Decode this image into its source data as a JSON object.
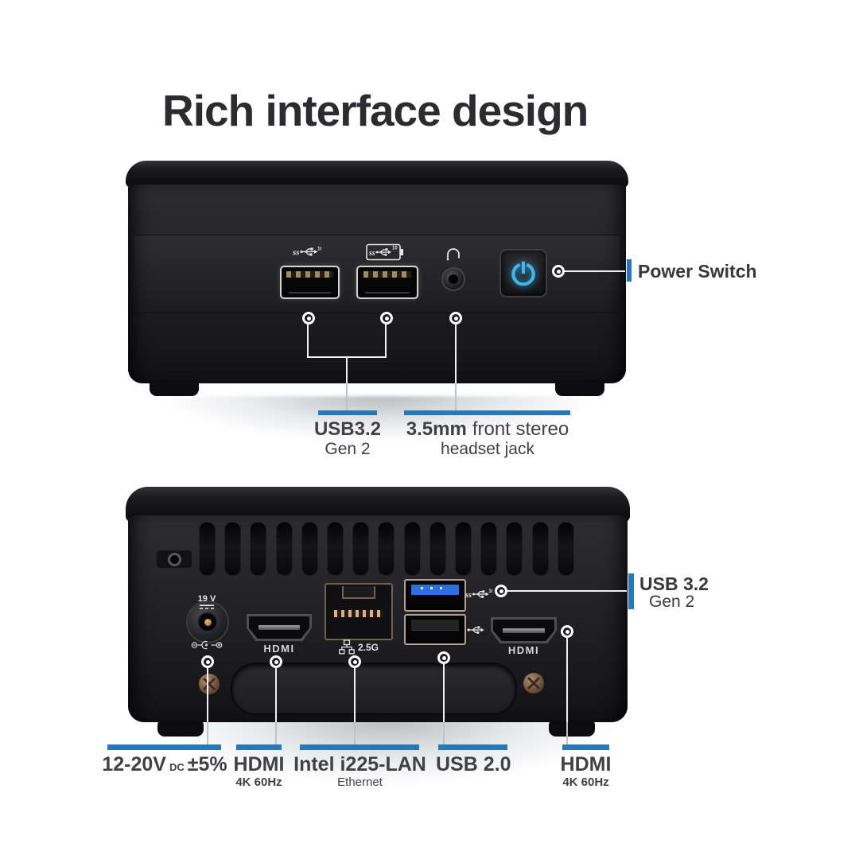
{
  "title": "Rich interface design",
  "colors": {
    "accent_blue": "#2778b7",
    "power_glow": "#41b6ee"
  },
  "icons": {
    "usb_speed_sup": "10"
  },
  "front_view": {
    "callouts": {
      "power_switch": {
        "label": "Power Switch"
      },
      "usb": {
        "title": "USB3.2",
        "subtitle": "Gen 2"
      },
      "headset": {
        "bold": "3.5mm",
        "rest": "front stereo",
        "line2": "headset jack"
      }
    }
  },
  "rear_view": {
    "panel_labels": {
      "dc_voltage": "19 V",
      "hdmi_left": "HDMI",
      "hdmi_right": "HDMI",
      "lan_speed": "2.5G"
    },
    "callouts": {
      "usb32": {
        "title": "USB 3.2",
        "subtitle": "Gen 2"
      },
      "power_input": {
        "value": "12-20V",
        "unit": "DC",
        "tolerance": "±5%"
      },
      "hdmi_left": {
        "title": "HDMI",
        "subtitle": "4K 60Hz"
      },
      "lan": {
        "title": "Intel i225-LAN",
        "subtitle": "Ethernet"
      },
      "usb20": {
        "title": "USB 2.0"
      },
      "hdmi_right": {
        "title": "HDMI",
        "subtitle": "4K 60Hz"
      }
    }
  }
}
